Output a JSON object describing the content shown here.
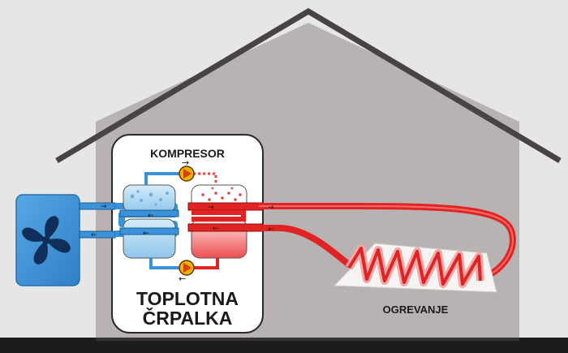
{
  "labels": {
    "compressor": "KOMPRESOR",
    "heat_pump_line1": "TOPLOTNA",
    "heat_pump_line2": "ČRPALKA",
    "heating": "OGREVANJE"
  },
  "colors": {
    "background": "#e8e8e8",
    "house_wall": "#b8b2b3",
    "roof": "#4a4345",
    "ground": "#1c1c1c",
    "outdoor_unit": "#3b8fd6",
    "cold_circuit": "#3a92d8",
    "cold_tank": "#a9d4ef",
    "hot_circuit": "#e02424",
    "hot_tank": "#f05a5a",
    "valve": "#f0b000"
  },
  "icons": {
    "fan": "fan-icon",
    "compressor": "pump-icon",
    "expansion_valve": "valve-icon"
  }
}
